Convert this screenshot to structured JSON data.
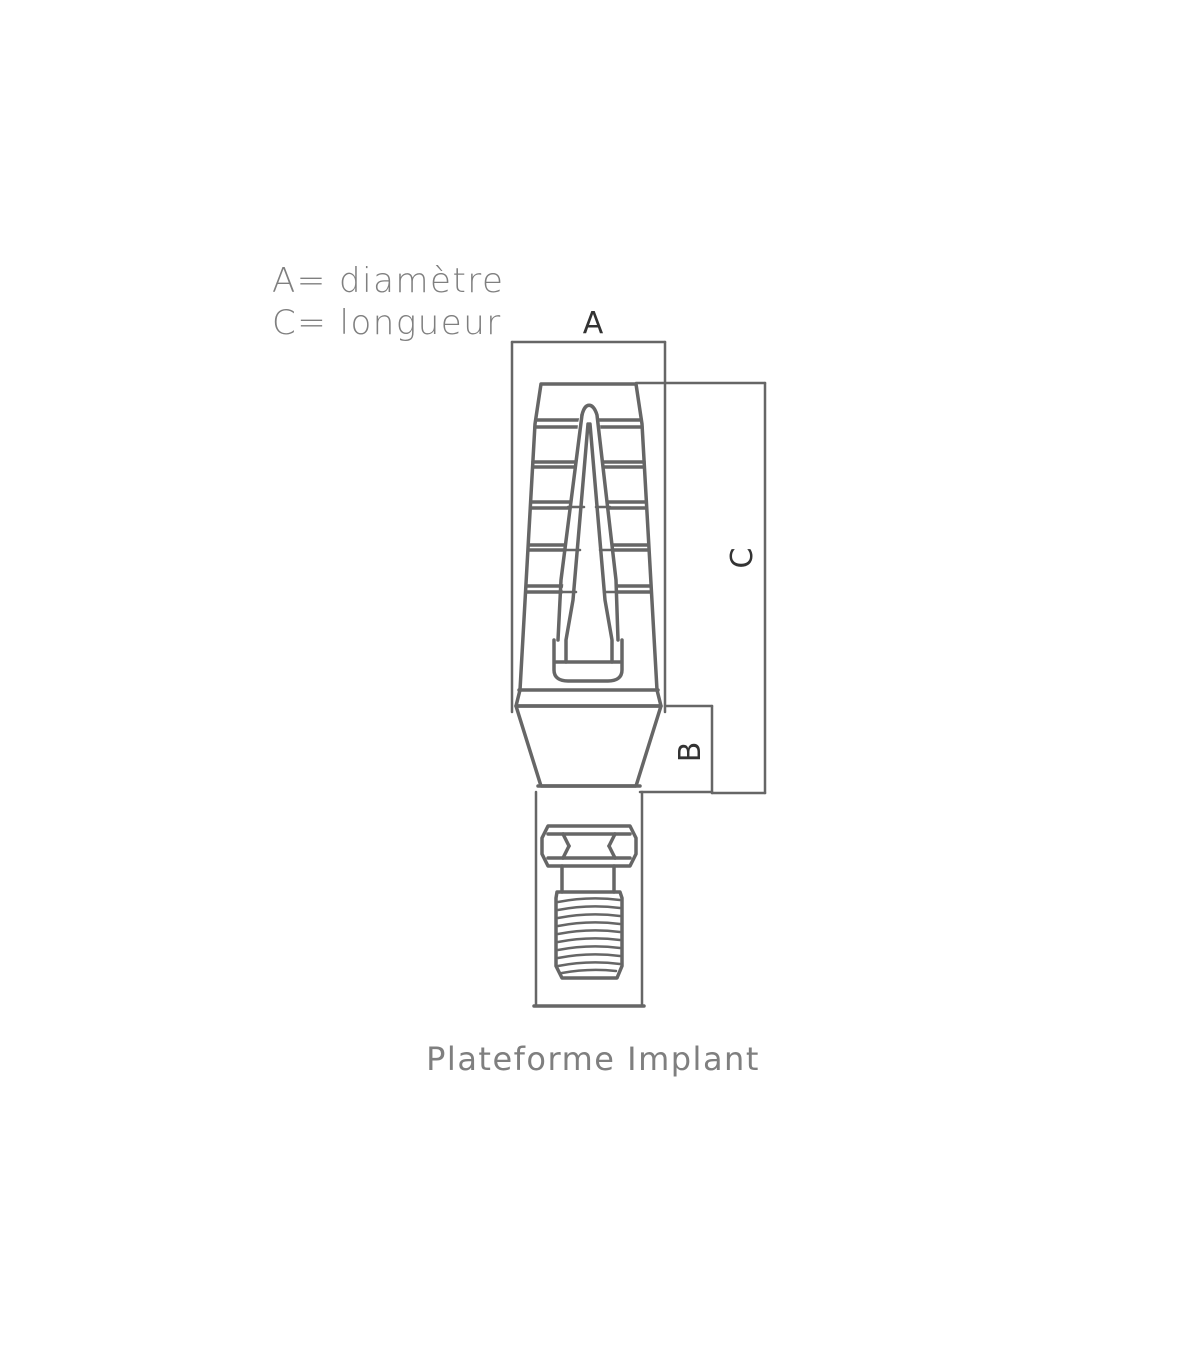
{
  "legend": {
    "line_a": "A= diamètre",
    "line_c": "C= longueur"
  },
  "dimensions": {
    "a_label": "A",
    "b_label": "B",
    "c_label": "C"
  },
  "caption": "Plateforme Implant",
  "colors": {
    "line": "#666666",
    "text": "#7f7f7f"
  }
}
